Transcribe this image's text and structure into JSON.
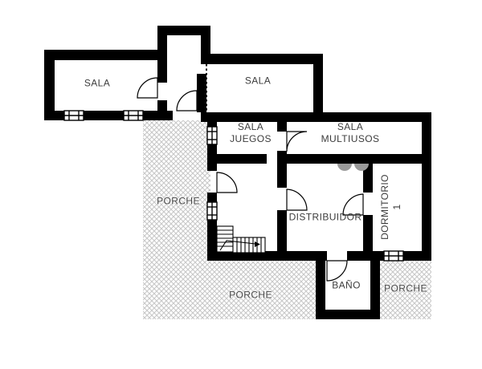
{
  "plan": {
    "type": "floor-plan",
    "rooms": {
      "sala_left": {
        "label": "SALA"
      },
      "sala_right": {
        "label": "SALA"
      },
      "sala_juegos": {
        "line1": "SALA",
        "line2": "JUEGOS"
      },
      "sala_multiusos": {
        "line1": "SALA",
        "line2": "MULTIUSOS"
      },
      "distribuidor": {
        "label": "DISTRIBUIDOR"
      },
      "dormitorio_1": {
        "line1": "DORMITORIO",
        "line2": "1"
      },
      "bano": {
        "label": "BAÑO"
      },
      "porche_left": {
        "label": "PORCHE"
      },
      "porche_bottom": {
        "label": "PORCHE"
      },
      "porche_right": {
        "label": "PORCHE"
      }
    },
    "features": [
      "stairs",
      "door-swings",
      "windows",
      "dotted-threshold"
    ],
    "colors": {
      "wall": "#000000",
      "hatch": "#c8c8c8",
      "door_gray": "#9b9b9b",
      "label": "#3c3c3c",
      "background": "#ffffff"
    }
  }
}
